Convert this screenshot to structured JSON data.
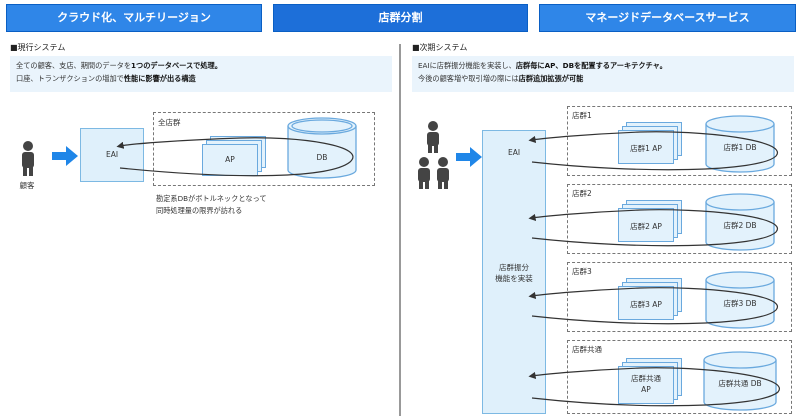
{
  "header": {
    "tab_left": "クラウド化、マルチリージョン",
    "tab_center": "店群分割",
    "tab_right": "マネージドデータベースサービス"
  },
  "left": {
    "section_title": "■現行システム",
    "desc_line1_pre": "全ての顧客、支店、期間のデータを",
    "desc_line1_bold": "1つのデータベースで処理。",
    "desc_line2_pre": "口座、トランザクションの増加で",
    "desc_line2_bold": "性能に影響が出る構造",
    "customer_label": "顧客",
    "eai_label": "EAI",
    "group_label": "全店群",
    "ap_label": "AP",
    "db_label": "DB",
    "note_line1": "勘定系DBがボトルネックとなって",
    "note_line2": "同時処理量の限界が訪れる"
  },
  "right": {
    "section_title": "■次期システム",
    "desc_line1_pre": "EAIに店群振分機能を実装し、",
    "desc_line1_bold": "店群毎にAP、DBを配置するアーキテクチャ。",
    "desc_line2_pre": "今後の顧客増や取引増の際には",
    "desc_line2_bold": "店群追加拡張が可能",
    "eai_label": "EAI",
    "eai_function_line1": "店群振分",
    "eai_function_line2": "機能を実装",
    "groups": [
      {
        "name": "店群1",
        "ap": "店群1 AP",
        "db": "店群1 DB"
      },
      {
        "name": "店群2",
        "ap": "店群2 AP",
        "db": "店群2 DB"
      },
      {
        "name": "店群3",
        "ap": "店群3 AP",
        "db": "店群3 DB"
      },
      {
        "name": "店群共通",
        "ap_line1": "店群共通",
        "ap_line2": "AP",
        "db": "店群共通 DB"
      }
    ]
  },
  "colors": {
    "tab_blue": "#1d6fd9",
    "arrow_blue": "#1f86e8",
    "light_box": "#dff0fb",
    "db_stroke": "#6aa9de"
  }
}
